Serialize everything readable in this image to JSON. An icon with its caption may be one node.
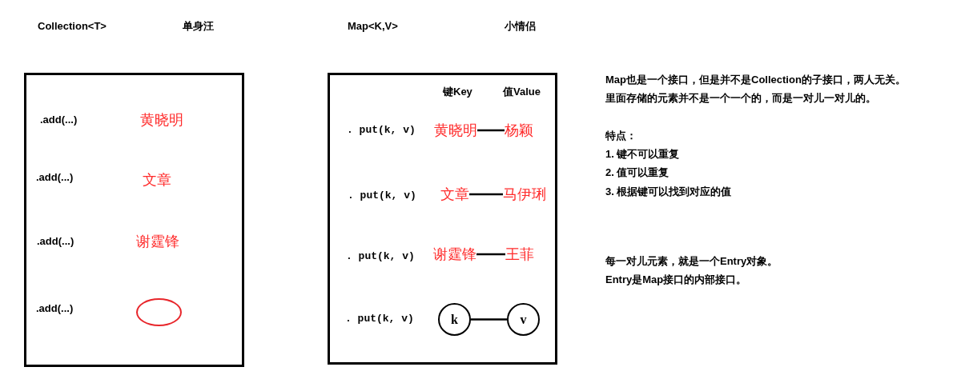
{
  "diagram": {
    "nodes": [
      {
        "text": [],
        "shape": "box"
      },
      {
        "text": [],
        "shape": "circle",
        "in": 0
      },
      {
        "text": [],
        "shape": "box"
      },
      {
        "text": [
          "黄晓明"
        ],
        "in": 2
      },
      {
        "text": [
          "杨颖"
        ],
        "in": 2
      },
      {
        "text": [
          "文章"
        ],
        "in": 2
      },
      {
        "text": [
          "马伊琍"
        ],
        "in": 2
      },
      {
        "text": [
          "谢霆锋"
        ],
        "in": 2
      },
      {
        "text": [
          "王菲"
        ],
        "in": 2
      },
      {
        "text": [
          "k"
        ],
        "in": 2
      },
      {
        "text": [
          "v"
        ],
        "in": 2
      }
    ],
    "edges": [
      {
        "from": 3,
        "to": 4,
        "arrow": "none"
      },
      {
        "from": 5,
        "to": 6,
        "arrow": "none"
      },
      {
        "from": 7,
        "to": 8,
        "arrow": "none"
      },
      {
        "from": 9,
        "to": 10,
        "arrow": "none"
      }
    ],
    "labels": [
      "Collection<T>",
      "单身汪",
      "Map<K,V>",
      "小情侣",
      ".add(...)",
      "黄晓明",
      ".add(...)",
      "文章",
      ".add(...)",
      "谢霆锋",
      ".add(...)",
      "键Key",
      "值Value",
      ". put(k, v)",
      ". put(k, v)",
      ". put(k, v)",
      ". put(k, v)",
      "Map也是一个接口，但是并不是Collection的子接口，两人无关。",
      "里面存储的元素并不是一个一个的，而是一对儿一对儿的。",
      "特点：",
      "1. 键不可以重复",
      "2. 值可以重复",
      "3. 根据键可以找到对应的值",
      "每一对儿元素，就是一个Entry对象。",
      "Entry是Map接口的内部接口。"
    ]
  }
}
